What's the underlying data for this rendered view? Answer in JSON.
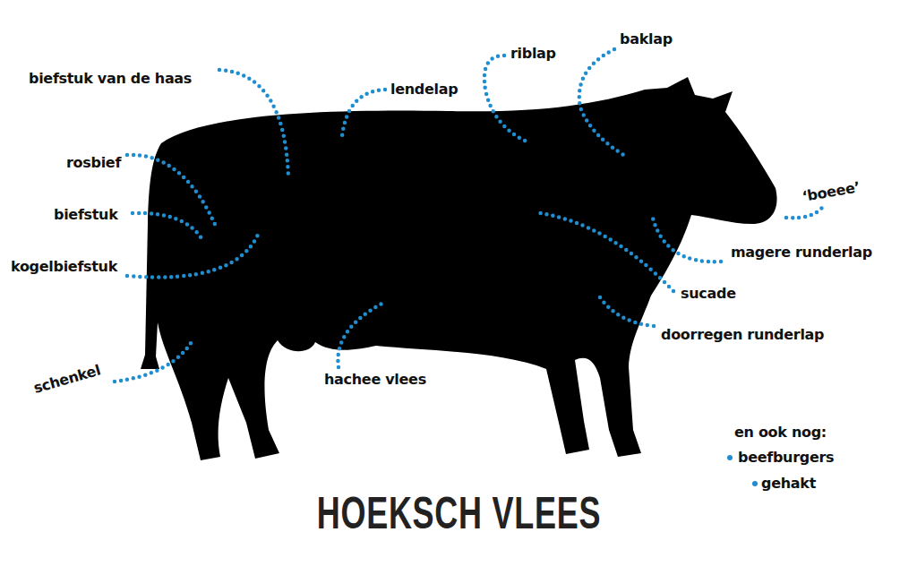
{
  "diagram": {
    "title": "HOEKSCH VLEES",
    "labels": [
      "biefstuk van de haas",
      "lendelap",
      "riblap",
      "baklap",
      "rosbief",
      "biefstuk",
      "kogelbiefstuk",
      "‘boeee’",
      "magere runderlap",
      "sucade",
      "doorregen runderlap",
      "schenkel",
      "hachee vlees",
      "en ook nog:",
      "beefburgers",
      "gehakt"
    ]
  }
}
